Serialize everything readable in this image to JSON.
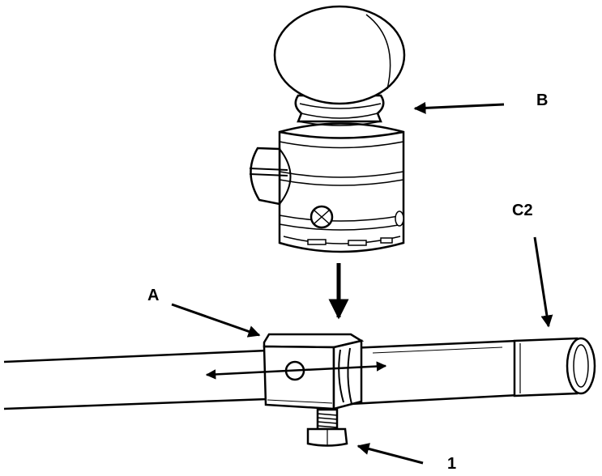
{
  "labels": {
    "b": "B",
    "c2": "C2",
    "a": "A",
    "one": "1"
  },
  "colors": {
    "ink": "#000000",
    "paper": "#ffffff",
    "shade": "#e6e6e6"
  },
  "parts": {
    "ball": "tow-ball",
    "housing": "ball-mount-housing",
    "clamp": "tube-clamp",
    "tube": "tube",
    "bolt": "clamp-bolt",
    "endcap": "tube-end-cap"
  }
}
